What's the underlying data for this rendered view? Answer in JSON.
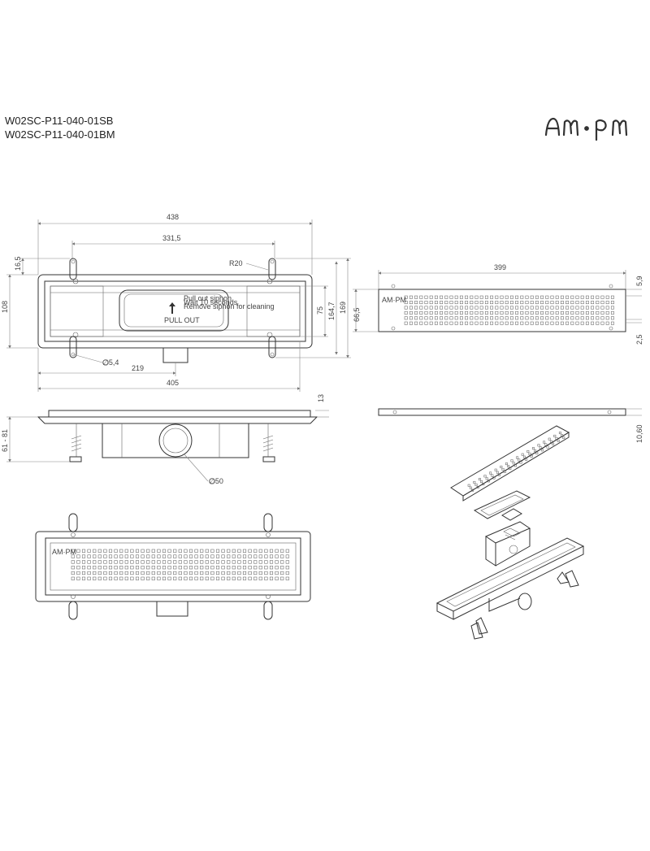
{
  "models": [
    "W02SC-P11-040-01SB",
    "W02SC-P11-040-01BM"
  ],
  "logo": "AM·PM",
  "label_text": {
    "pull_out": "PULL OUT",
    "note_1": "Pull out siphon",
    "note_2": "Wait 10 seconds",
    "note_3": "Remove siphon for cleaning",
    "grate_logo": "AM·PM"
  },
  "dimensions": {
    "overall_length": "438",
    "fixing_span": "331,5",
    "corner_radius": "R20",
    "top_offset": "16,5",
    "body_width": "108",
    "inner_width": "75",
    "width_mid": "164,7",
    "width_total": "169",
    "hole_dia": "∅5,4",
    "outlet_offset": "219",
    "body_length": "405",
    "grate_length": "399",
    "grate_width": "66,5",
    "grate_edge": "5,9",
    "grate_gap": "2,5",
    "flange_height": "13",
    "height_range": "61 - 81",
    "outlet_dia": "∅50",
    "grate_thickness": "10,60"
  }
}
